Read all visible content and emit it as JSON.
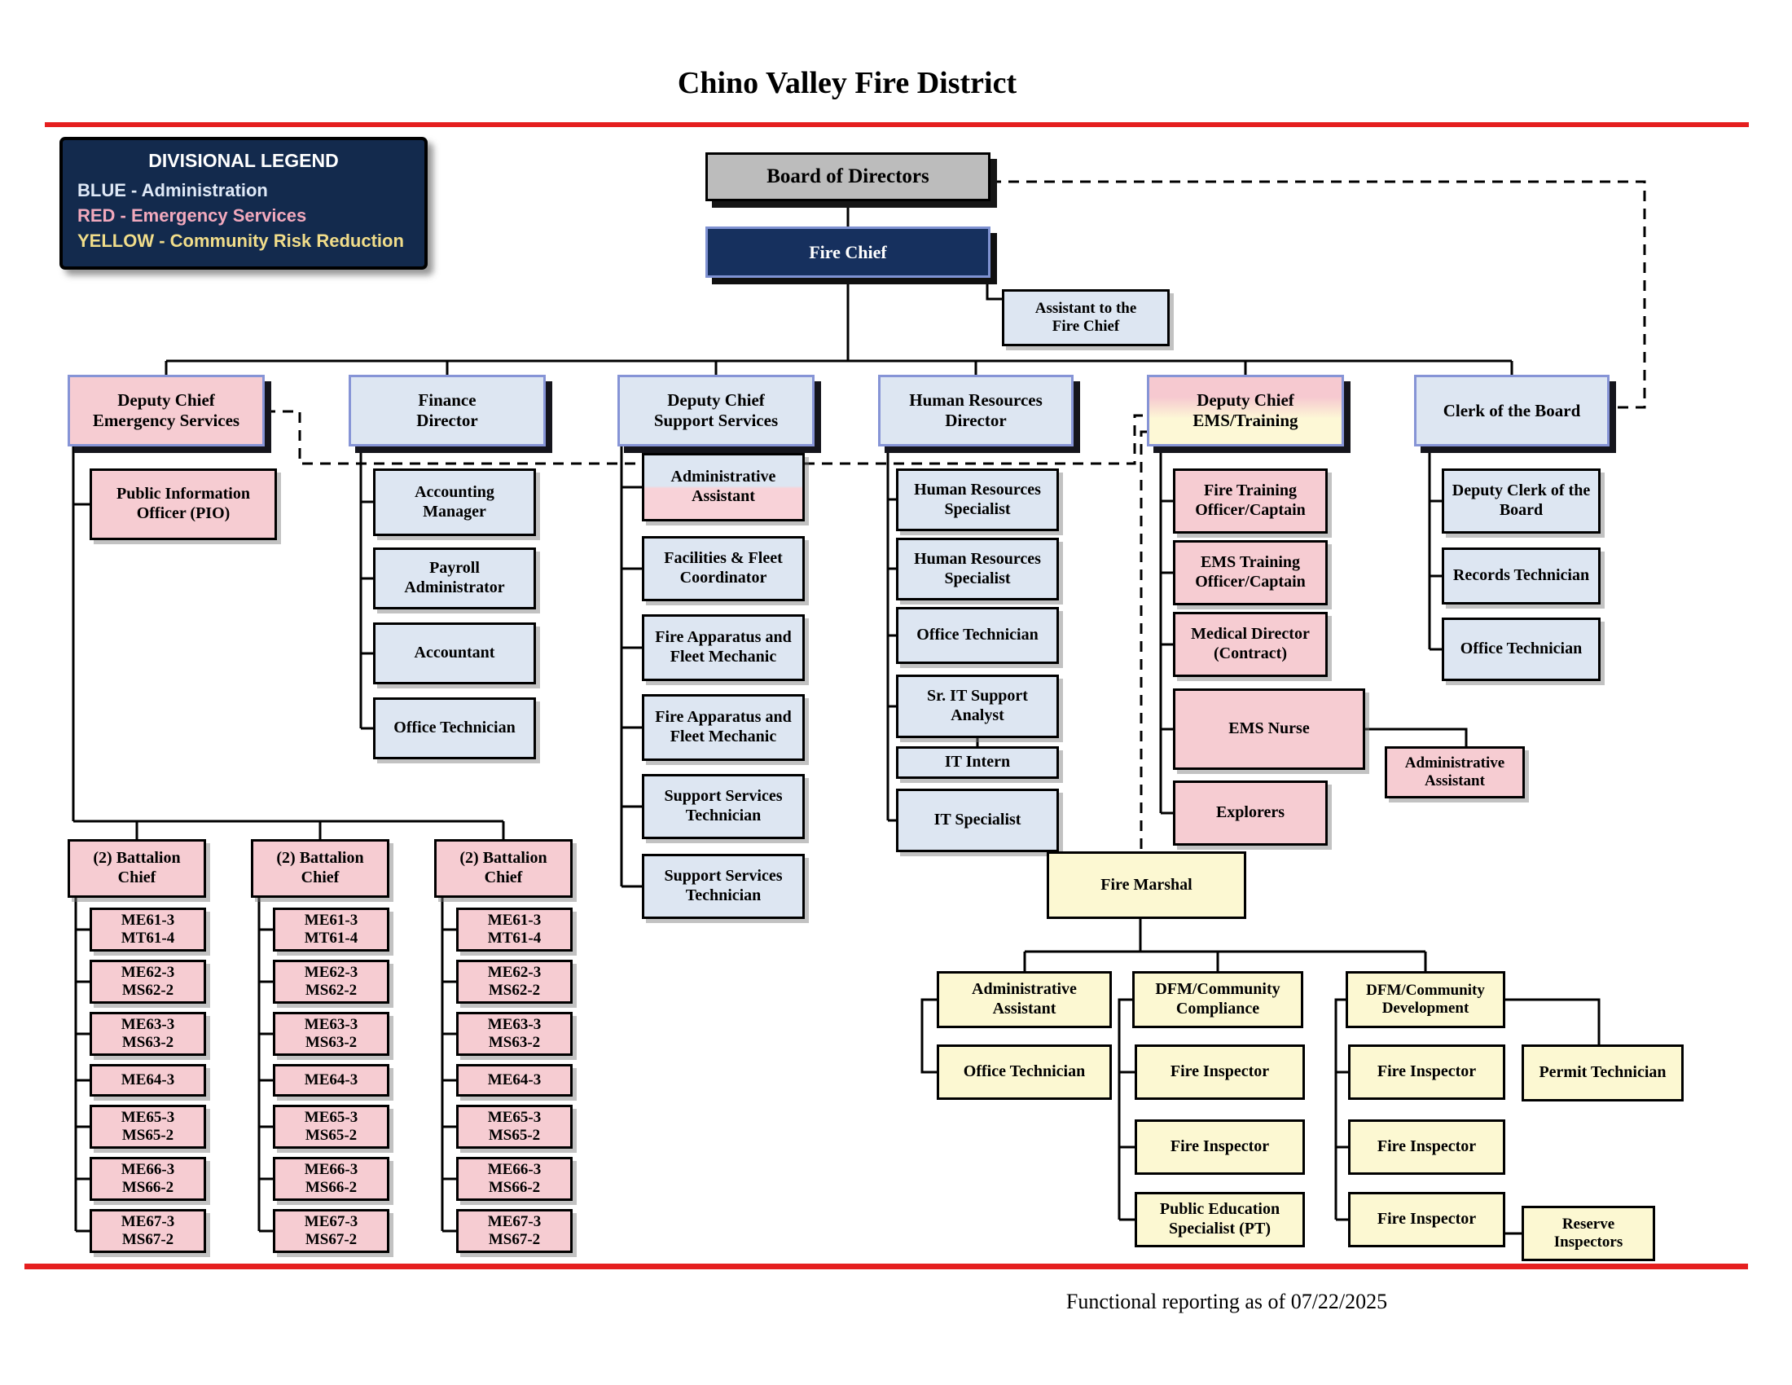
{
  "page": {
    "title": "Chino Valley Fire District",
    "footer": "Functional reporting as of  07/22/2025"
  },
  "legend": {
    "title": "DIVISIONAL LEGEND",
    "items": [
      {
        "label": "BLUE - Administration",
        "color": "#dfe9f7",
        "division_color_meaning": "Administration"
      },
      {
        "label": "RED - Emergency Services",
        "color": "#f2a9bd",
        "division_color_meaning": "Emergency Services"
      },
      {
        "label": "YELLOW - Community Risk Reduction",
        "color": "#f1dd8a",
        "division_color_meaning": "Community Risk Reduction"
      }
    ]
  },
  "colors": {
    "accent_red_line": "#e51f1f",
    "legend_navy": "#132a4d",
    "fire_chief_navy": "#16305e",
    "board_gray": "#bcbcbc",
    "box_blue": "#dde6f2",
    "box_pink": "#f6ccd2",
    "box_yellow": "#fcf8d2",
    "periwinkle_border": "#8694d6"
  },
  "org": {
    "board": "Board of Directors",
    "fire_chief": "Fire Chief",
    "assistant": "Assistant to the\nFire Chief",
    "emergency": {
      "label": "Deputy Chief\nEmergency Services",
      "pio": "Public Information\nOfficer (PIO)"
    },
    "battalion": {
      "chief": "(2) Battalion\nChief",
      "units": [
        "ME61-3\nMT61-4",
        "ME62-3\nMS62-2",
        "ME63-3\nMS63-2",
        "ME64-3",
        "ME65-3\nMS65-2",
        "ME66-3\nMS66-2",
        "ME67-3\nMS67-2"
      ]
    },
    "finance": {
      "label": "Finance\nDirector",
      "children": [
        "Accounting\nManager",
        "Payroll\nAdministrator",
        "Accountant",
        "Office Technician"
      ]
    },
    "support": {
      "label": "Deputy Chief\nSupport Services",
      "children": [
        "Administrative\nAssistant",
        "Facilities & Fleet\nCoordinator",
        "Fire Apparatus and\nFleet Mechanic",
        "Fire Apparatus and\nFleet Mechanic",
        "Support Services\nTechnician",
        "Support Services\nTechnician"
      ]
    },
    "hr": {
      "label": "Human Resources\nDirector",
      "children": [
        "Human Resources\nSpecialist",
        "Human Resources\nSpecialist",
        "Office Technician",
        "Sr. IT Support\nAnalyst",
        "IT Intern",
        "IT Specialist"
      ]
    },
    "ems": {
      "label": "Deputy Chief\nEMS/Training",
      "children": [
        "Fire Training\nOfficer/Captain",
        "EMS Training\nOfficer/Captain",
        "Medical Director\n(Contract)",
        "EMS Nurse",
        "Explorers"
      ],
      "assistant": "Administrative\nAssistant"
    },
    "clerk": {
      "label": "Clerk of the Board",
      "children": [
        "Deputy Clerk of the\nBoard",
        "Records Technician",
        "Office Technician"
      ]
    },
    "fire_marshal": {
      "label": "Fire Marshal",
      "admin": {
        "label": "Administrative\nAssistant",
        "children": [
          "Office Technician"
        ]
      },
      "compliance": {
        "label": "DFM/Community\nCompliance",
        "children": [
          "Fire Inspector",
          "Fire Inspector",
          "Public Education\nSpecialist (PT)"
        ]
      },
      "development": {
        "label": "DFM/Community\nDevelopment",
        "children": [
          "Fire Inspector",
          "Fire Inspector",
          "Fire Inspector"
        ],
        "permit": "Permit Technician",
        "reserve": "Reserve\nInspectors"
      }
    }
  }
}
